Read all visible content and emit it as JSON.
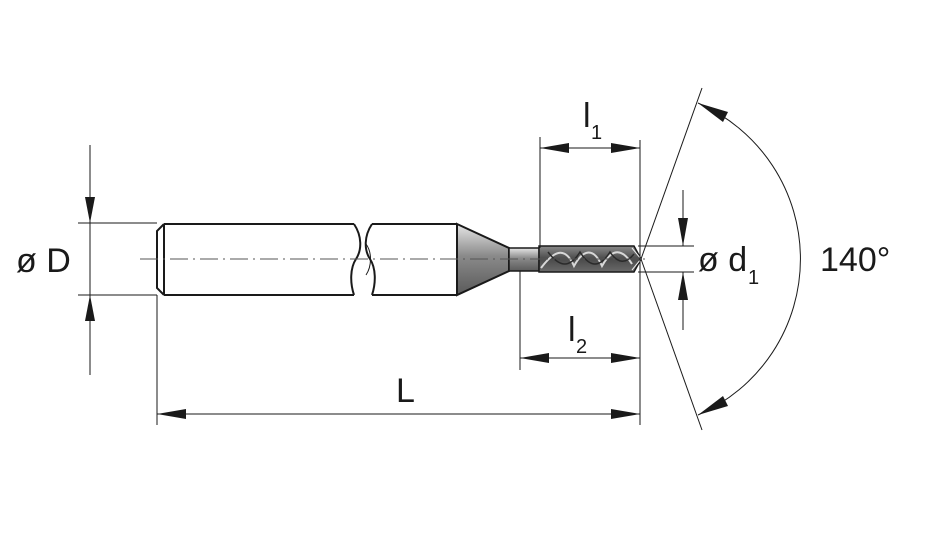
{
  "labels": {
    "shank_diameter": "ø D",
    "tip_diameter_symbol": "ø d",
    "tip_diameter_subscript": "1",
    "total_length": "L",
    "flute_length_symbol": "l",
    "flute_length_subscript": "1",
    "neck_length_symbol": "l",
    "neck_length_subscript": "2",
    "point_angle": "140°"
  },
  "colors": {
    "line": "#1a1a1a",
    "drill_tip": "#666666",
    "drill_tip_dark": "#3a3a3a",
    "neck_gradient_light": "#d8d8d8",
    "neck_gradient_dark": "#6e6e6e"
  }
}
